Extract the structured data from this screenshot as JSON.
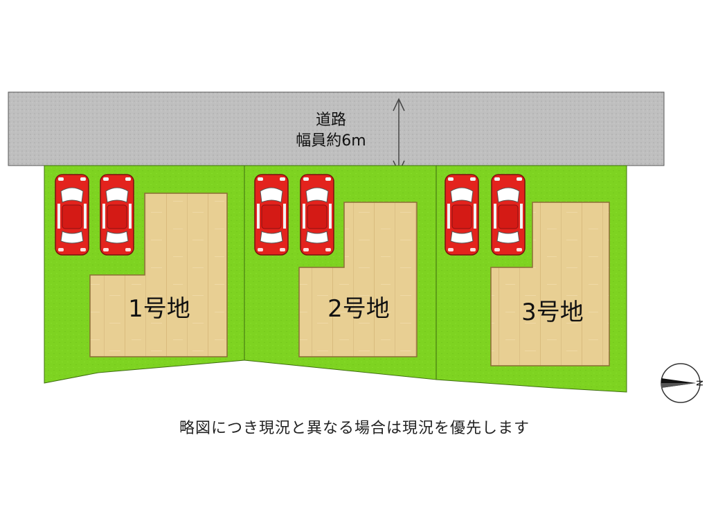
{
  "road": {
    "label": "道路",
    "width_label": "幅員約6m"
  },
  "lots": [
    {
      "label": "1号地",
      "parking_spaces": 2
    },
    {
      "label": "2号地",
      "parking_spaces": 2
    },
    {
      "label": "3号地",
      "parking_spaces": 2
    }
  ],
  "compass": {
    "label": "N"
  },
  "note": "略図につき現況と異なる場合は現況を優先します",
  "colors": {
    "road": "#bdbdbd",
    "lot": "#7fd41f",
    "building": "#e6c98a",
    "car": "#e8201c"
  }
}
